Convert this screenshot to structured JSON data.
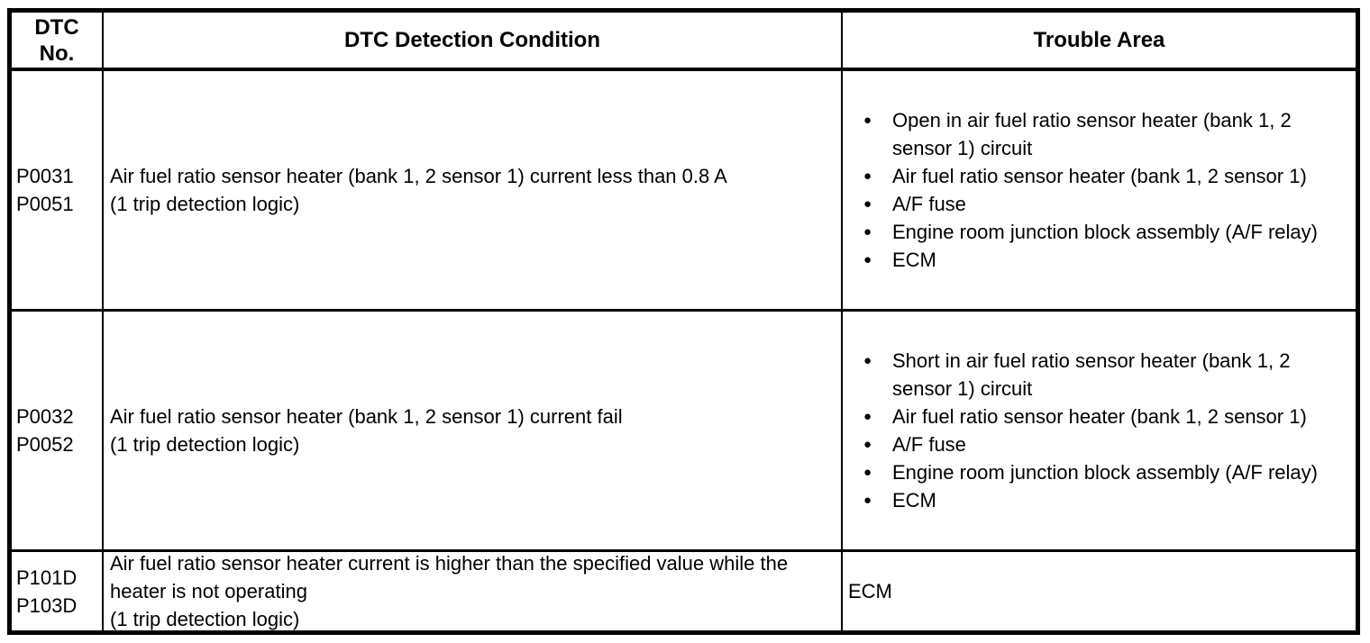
{
  "page": {
    "background": "#ffffff",
    "text_color": "#000000",
    "table_border_color": "#000000"
  },
  "table": {
    "bullet_icon": "●",
    "columns": [
      {
        "label": "DTC No."
      },
      {
        "label": "DTC Detection Condition"
      },
      {
        "label": "Trouble Area"
      }
    ],
    "rows": [
      {
        "dtc_nos": [
          "P0031",
          "P0051"
        ],
        "condition": "Air fuel ratio sensor heater (bank 1, 2 sensor 1) current less than 0.8 A",
        "condition_note": "(1 trip detection logic)",
        "trouble_style": "bulleted",
        "trouble_areas": [
          "Open in air fuel ratio sensor heater (bank 1, 2 sensor 1) circuit",
          "Air fuel ratio sensor heater (bank 1, 2 sensor 1)",
          "A/F fuse",
          "Engine room junction block assembly (A/F relay)",
          "ECM"
        ]
      },
      {
        "dtc_nos": [
          "P0032",
          "P0052"
        ],
        "condition": "Air fuel ratio sensor heater (bank 1, 2 sensor 1) current fail",
        "condition_note": "(1 trip detection logic)",
        "trouble_style": "bulleted",
        "trouble_areas": [
          "Short in air fuel ratio sensor heater (bank 1, 2 sensor 1) circuit",
          "Air fuel ratio sensor heater (bank 1, 2 sensor 1)",
          "A/F fuse",
          "Engine room junction block assembly (A/F relay)",
          "ECM"
        ]
      },
      {
        "dtc_nos": [
          "P101D",
          "P103D"
        ],
        "condition": "Air fuel ratio sensor heater current is higher than the specified value while the heater is not operating",
        "condition_note": "(1 trip detection logic)",
        "trouble_style": "plain",
        "trouble_areas": [
          "ECM"
        ]
      }
    ]
  }
}
